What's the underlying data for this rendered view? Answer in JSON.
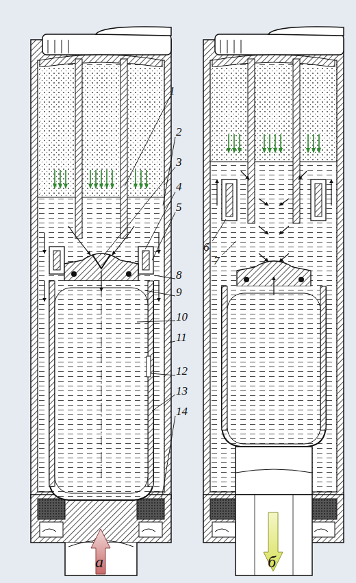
{
  "diagram": {
    "labels": [
      "1",
      "2",
      "3",
      "4",
      "5",
      "8",
      "9",
      "10",
      "11",
      "12",
      "13",
      "14",
      "6",
      "7",
      "а",
      "б"
    ]
  }
}
